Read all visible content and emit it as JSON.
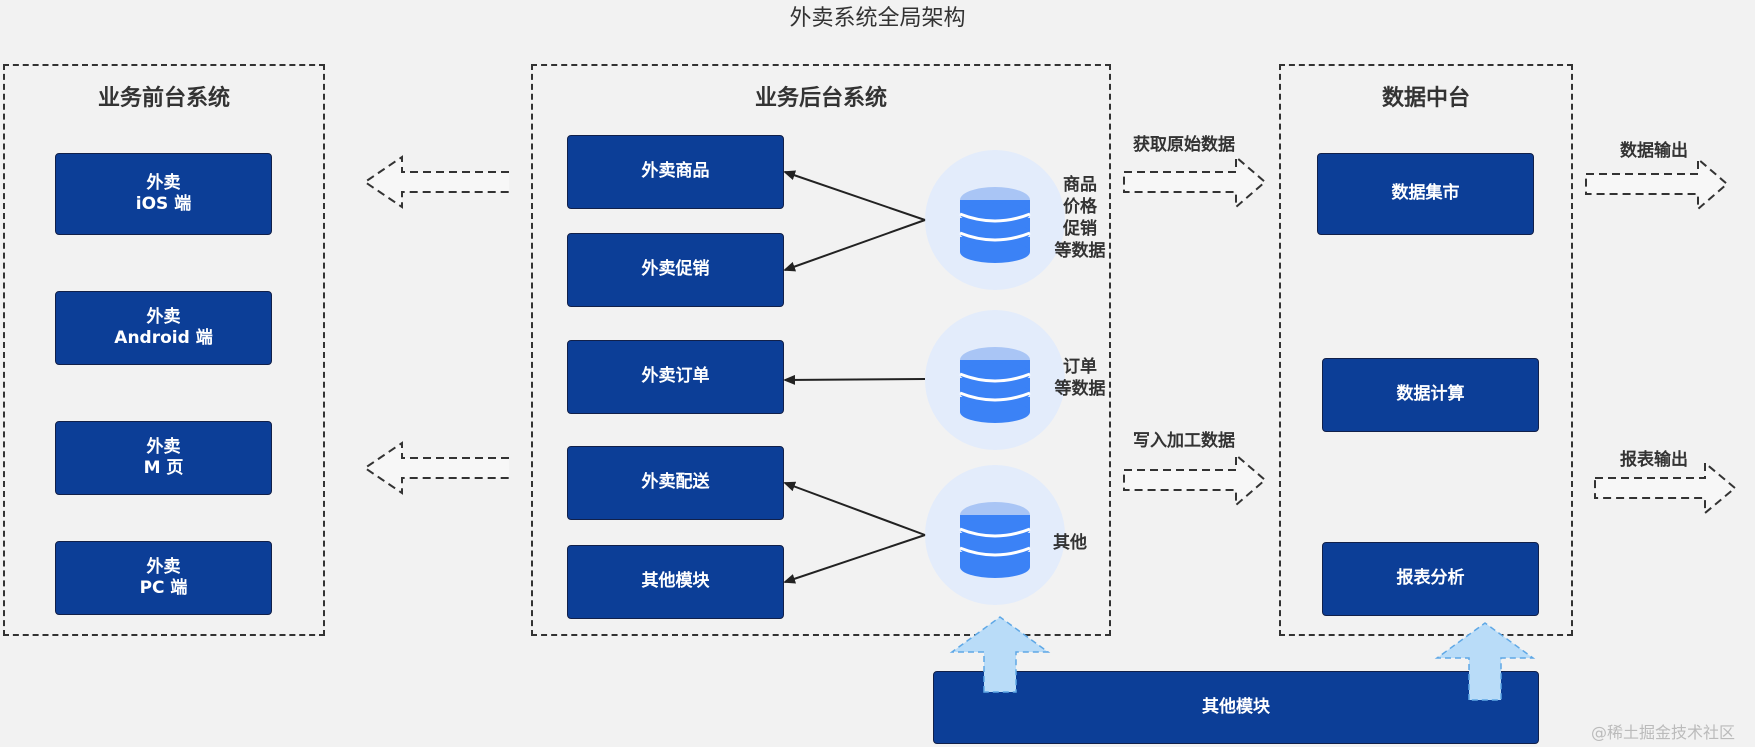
{
  "title": "外卖系统全局架构",
  "front": {
    "title": "业务前台系统",
    "items": [
      {
        "line1": "外卖",
        "line2": "iOS 端"
      },
      {
        "line1": "外卖",
        "line2": "Android 端"
      },
      {
        "line1": "外卖",
        "line2": "M 页"
      },
      {
        "line1": "外卖",
        "line2": "PC 端"
      }
    ]
  },
  "backend": {
    "title": "业务后台系统",
    "modules": [
      "外卖商品",
      "外卖促销",
      "外卖订单",
      "外卖配送",
      "其他模块"
    ],
    "db_labels": [
      {
        "lines": [
          "商品",
          "价格",
          "促销",
          "等数据"
        ]
      },
      {
        "lines": [
          "订单",
          "等数据"
        ]
      },
      {
        "lines": [
          "其他"
        ]
      }
    ]
  },
  "flows": {
    "fetch_raw": "获取原始数据",
    "write_processed": "写入加工数据",
    "data_output": "数据输出",
    "report_output": "报表输出"
  },
  "datacenter": {
    "title": "数据中台",
    "items": [
      "数据集市",
      "数据计算",
      "报表分析"
    ]
  },
  "bottom_module": "其他模块",
  "watermark": "@稀土掘金技术社区",
  "colors": {
    "box_fill": "#0c3e97",
    "db_circle": "#e3ecfb",
    "db_icon": "#3b82f6",
    "up_arrow": "#b9dcf8",
    "background": "#f2f2f2"
  }
}
